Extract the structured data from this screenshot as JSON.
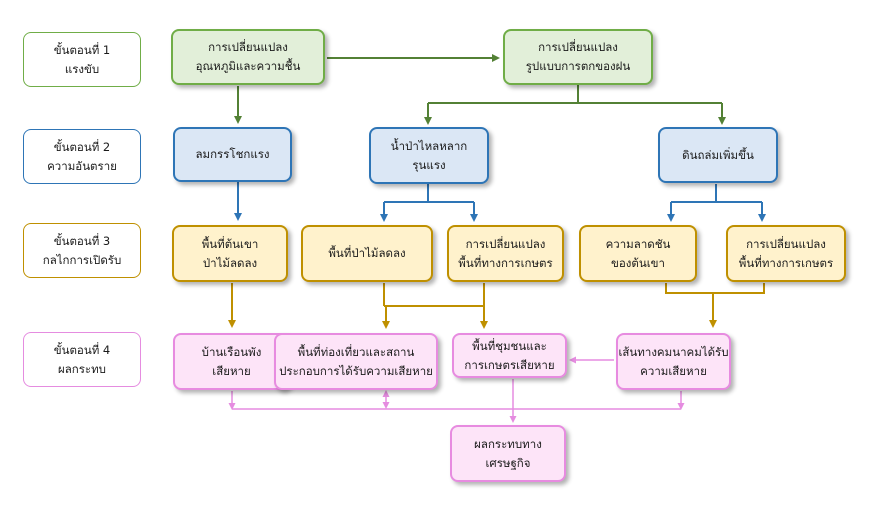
{
  "stages": [
    {
      "line1": "ขั้นตอนที่ 1",
      "line2": "แรงขับ"
    },
    {
      "line1": "ขั้นตอนที่ 2",
      "line2": "ความอันตราย"
    },
    {
      "line1": "ขั้นตอนที่ 3",
      "line2": "กลไกการเปิดรับ"
    },
    {
      "line1": "ขั้นตอนที่ 4",
      "line2": "ผลกระทบ"
    }
  ],
  "drivers": {
    "temp_humidity": {
      "line1": "การเปลี่ยนแปลง",
      "line2": "อุณหภูมิและความชื้น"
    },
    "rain_pattern": {
      "line1": "การเปลี่ยนแปลง",
      "line2": "รูปแบบการตกของฝน"
    }
  },
  "hazards": {
    "storm": {
      "line1": "ลมกรรโชกแรง"
    },
    "flash_flood": {
      "line1": "น้ำป่าไหลหลาก",
      "line2": "รุนแรง"
    },
    "landslide": {
      "line1": "ดินถล่มเพิ่มขึ้น"
    }
  },
  "exposure": {
    "upstream_forest": {
      "line1": "พื้นที่ต้นเขา",
      "line2": "ป่าไม้ลดลง"
    },
    "forest_area": {
      "line1": "พื้นที่ป่าไม้ลดลง"
    },
    "agri_change_a": {
      "line1": "การเปลี่ยนแปลง",
      "line2": "พื้นที่ทางการเกษตร"
    },
    "slope": {
      "line1": "ความลาดชัน",
      "line2": "ของต้นเขา"
    },
    "agri_change_b": {
      "line1": "การเปลี่ยนแปลง",
      "line2": "พื้นที่ทางการเกษตร"
    }
  },
  "impacts": {
    "houses": {
      "line1": "บ้านเรือนพัง",
      "line2": "เสียหาย"
    },
    "tourism": {
      "line1": "พื้นที่ท่องเที่ยวและสถาน",
      "line2": "ประกอบการได้รับความเสียหาย"
    },
    "community": {
      "line1": "พื้นที่ชุมชนและ",
      "line2": "การเกษตรเสียหาย"
    },
    "transport": {
      "line1": "เส้นทางคมนาคมได้รับ",
      "line2": "ความเสียหาย"
    },
    "economy": {
      "line1": "ผลกระทบทาง",
      "line2": "เศรษฐกิจ"
    }
  },
  "colors": {
    "green": "#538135",
    "blue": "#2e75b6",
    "gold": "#bf9000",
    "pink": "#e58ce0"
  }
}
